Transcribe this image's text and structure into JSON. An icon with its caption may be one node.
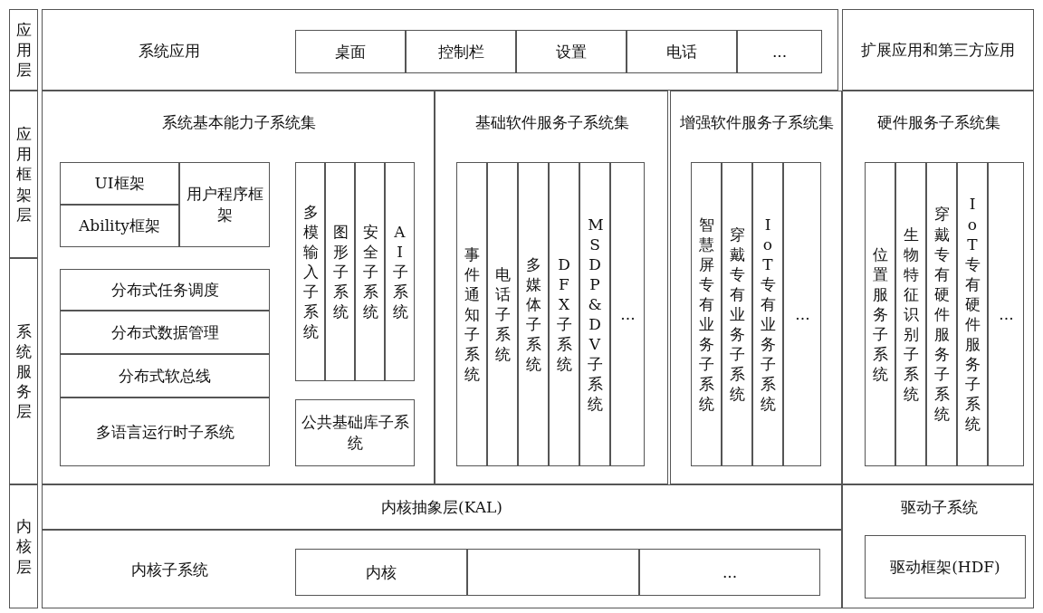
{
  "diagram": {
    "nodes": [
      {
        "text": [
          "应用层"
        ]
      },
      {
        "text": [
          "系统应用"
        ]
      },
      {
        "text": [
          "桌面"
        ],
        "in": 1
      },
      {
        "text": [
          "控制栏"
        ],
        "in": 1
      },
      {
        "text": [
          "设置"
        ],
        "in": 1
      },
      {
        "text": [
          "电话"
        ],
        "in": 1
      },
      {
        "text": [
          "..."
        ],
        "in": 1
      },
      {
        "text": [
          "扩展应用和第三方应用"
        ]
      },
      {
        "text": [
          "应用框架层"
        ]
      },
      {
        "text": [
          "系统服务层"
        ]
      },
      {
        "text": [
          "系统基本能力子系统集"
        ]
      },
      {
        "text": [
          "UI框架"
        ],
        "in": 10
      },
      {
        "text": [
          "Ability框架"
        ],
        "in": 10
      },
      {
        "text": [
          "用户程序框架"
        ],
        "in": 10
      },
      {
        "text": [
          "分布式任务调度"
        ],
        "in": 10
      },
      {
        "text": [
          "分布式数据管理"
        ],
        "in": 10
      },
      {
        "text": [
          "分布式软总线"
        ],
        "in": 10
      },
      {
        "text": [
          "多语言运行时子系统"
        ],
        "in": 10
      },
      {
        "text": [
          "多模输入子系统"
        ],
        "in": 10
      },
      {
        "text": [
          "图形子系统"
        ],
        "in": 10
      },
      {
        "text": [
          "安全子系统"
        ],
        "in": 10
      },
      {
        "text": [
          "AI子系统"
        ],
        "in": 10
      },
      {
        "text": [
          "公共基础库子系统"
        ],
        "in": 10
      },
      {
        "text": [
          "基础软件服务子系统集"
        ]
      },
      {
        "text": [
          "事件通知子系统"
        ],
        "in": 23
      },
      {
        "text": [
          "电话子系统"
        ],
        "in": 23
      },
      {
        "text": [
          "多媒体子系统"
        ],
        "in": 23
      },
      {
        "text": [
          "DFX子系统"
        ],
        "in": 23
      },
      {
        "text": [
          "MSDP&DV子系统"
        ],
        "in": 23
      },
      {
        "text": [
          "..."
        ],
        "in": 23
      },
      {
        "text": [
          "增强软件服务子系统集"
        ]
      },
      {
        "text": [
          "智慧屏专有业务子系统"
        ],
        "in": 30
      },
      {
        "text": [
          "穿戴专有业务子系统"
        ],
        "in": 30
      },
      {
        "text": [
          "IoT专有业务子系统"
        ],
        "in": 30
      },
      {
        "text": [
          "..."
        ],
        "in": 30
      },
      {
        "text": [
          "硬件服务子系统集"
        ]
      },
      {
        "text": [
          "位置服务子系统"
        ],
        "in": 35
      },
      {
        "text": [
          "生物特征识别子系统"
        ],
        "in": 35
      },
      {
        "text": [
          "穿戴专有硬件服务子系统"
        ],
        "in": 35
      },
      {
        "text": [
          "IoT专有硬件服务子系统"
        ],
        "in": 35
      },
      {
        "text": [
          "..."
        ],
        "in": 35
      },
      {
        "text": [
          "内核层"
        ]
      },
      {
        "text": [
          "内核抽象层(KAL)"
        ]
      },
      {
        "text": [
          "内核子系统"
        ]
      },
      {
        "text": [
          "内核"
        ],
        "in": 43
      },
      {
        "text": [],
        "shape": "box",
        "in": 43
      },
      {
        "text": [
          "..."
        ],
        "in": 43
      },
      {
        "text": [
          "驱动子系统"
        ]
      },
      {
        "text": [
          "驱动框架(HDF)"
        ],
        "in": 47
      }
    ]
  }
}
